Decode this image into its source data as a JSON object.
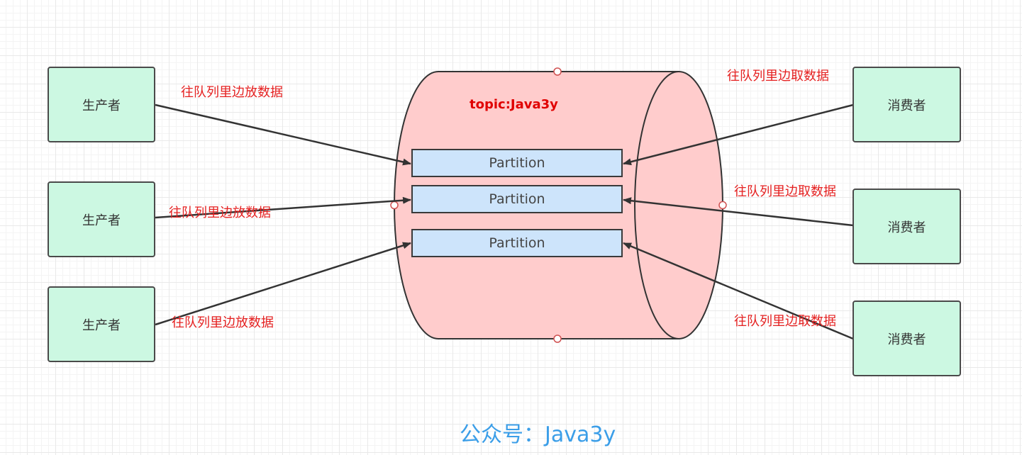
{
  "topic": {
    "title": "topic:Java3y",
    "partitions": [
      "Partition",
      "Partition",
      "Partition"
    ]
  },
  "producers": [
    {
      "label": "生产者",
      "action": "往队列里边放数据"
    },
    {
      "label": "生产者",
      "action": "往队列里边放数据"
    },
    {
      "label": "生产者",
      "action": "往队列里边放数据"
    }
  ],
  "consumers": [
    {
      "label": "消费者",
      "action": "往队列里边取数据"
    },
    {
      "label": "消费者",
      "action": "往队列里边取数据"
    },
    {
      "label": "消费者",
      "action": "往队列里边取数据"
    }
  ],
  "footer": "公众号：Java3y",
  "colors": {
    "producer_fill": "#ccf8e2",
    "consumer_fill": "#ccf8e2",
    "cylinder_fill": "#ffcccc",
    "partition_fill": "#cde4fb",
    "label_red": "#e52121",
    "footer_blue": "#3b9ee8"
  }
}
